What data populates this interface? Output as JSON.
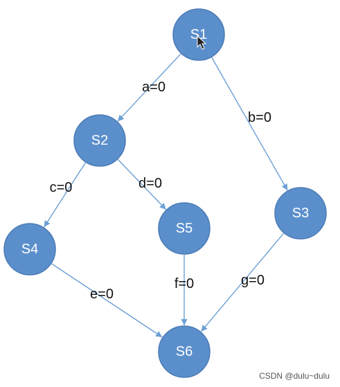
{
  "colors": {
    "node_fill": "#5b8fcc",
    "edge": "#6a9fd4",
    "label": "#111111"
  },
  "nodes": [
    {
      "id": "S1",
      "label": "S1"
    },
    {
      "id": "S2",
      "label": "S2"
    },
    {
      "id": "S3",
      "label": "S3"
    },
    {
      "id": "S4",
      "label": "S4"
    },
    {
      "id": "S5",
      "label": "S5"
    },
    {
      "id": "S6",
      "label": "S6"
    }
  ],
  "edges": [
    {
      "from": "S1",
      "to": "S2",
      "label": "a=0"
    },
    {
      "from": "S1",
      "to": "S3",
      "label": "b=0"
    },
    {
      "from": "S2",
      "to": "S4",
      "label": "c=0"
    },
    {
      "from": "S2",
      "to": "S5",
      "label": "d=0"
    },
    {
      "from": "S4",
      "to": "S6",
      "label": "e=0"
    },
    {
      "from": "S5",
      "to": "S6",
      "label": "f=0"
    },
    {
      "from": "S3",
      "to": "S6",
      "label": "g=0"
    }
  ],
  "watermark": "CSDN @dulu~dulu"
}
